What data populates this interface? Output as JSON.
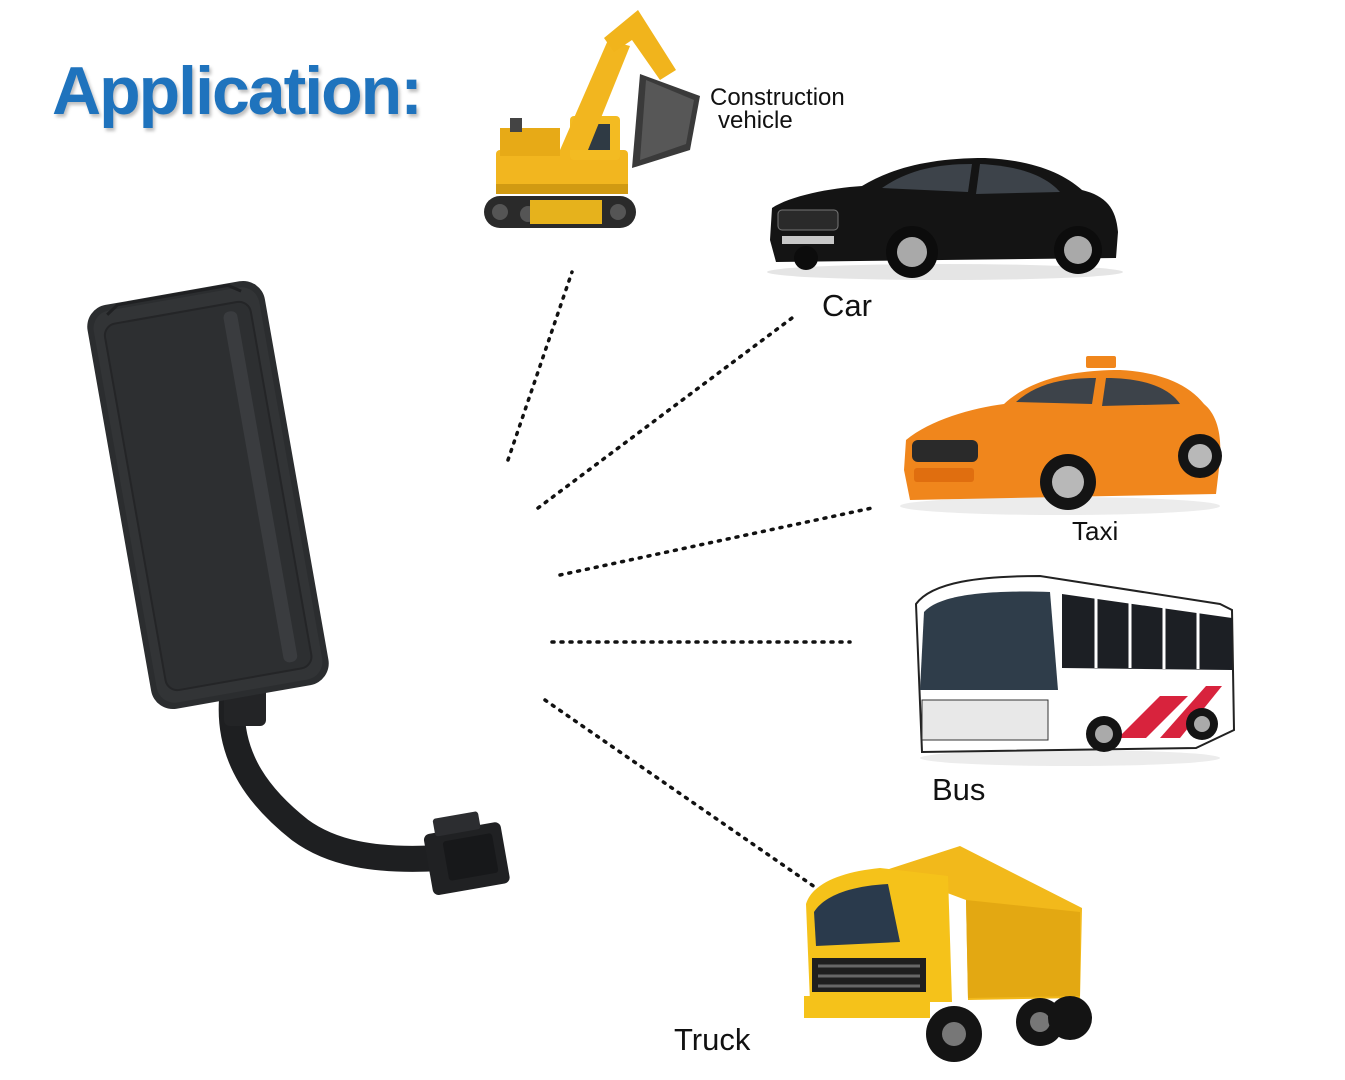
{
  "title": "Application:",
  "labels": {
    "construction_line1": "Construction",
    "construction_line2": "vehicle",
    "car": "Car",
    "taxi": "Taxi",
    "bus": "Bus",
    "truck": "Truck"
  },
  "colors": {
    "title": "#1f73bd",
    "device": "#2b2d2f",
    "construction": "#f2b61f",
    "car": "#141414",
    "taxi": "#f0861c",
    "bus": "#ffffff",
    "truck": "#f5c21a"
  }
}
